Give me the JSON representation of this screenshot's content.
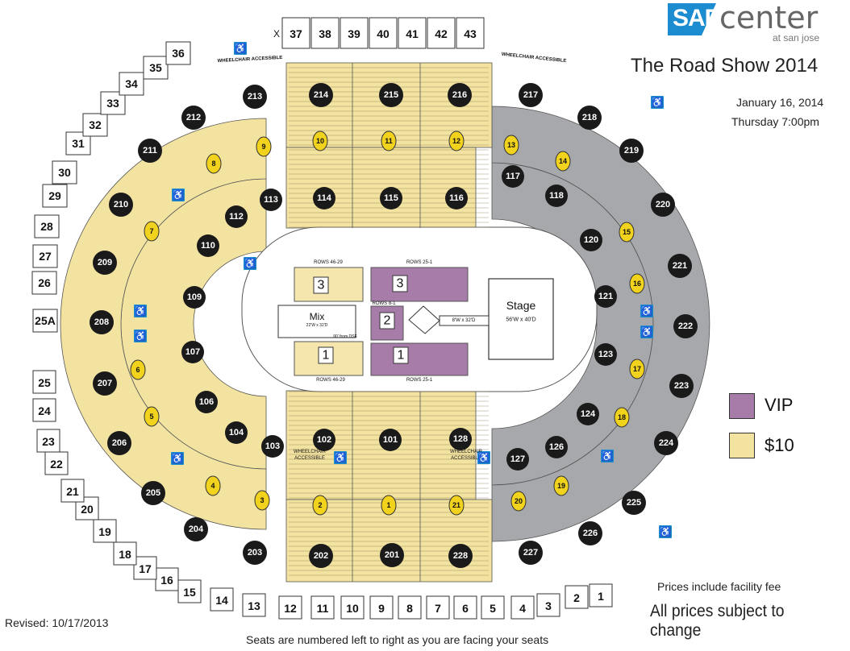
{
  "venue": {
    "logo_text": "SAP",
    "name": "center",
    "sub": "at san jose"
  },
  "event": {
    "title": "The Road Show 2014",
    "date": "January 16, 2014",
    "time": "Thursday 7:00pm"
  },
  "legend": [
    {
      "label": "VIP",
      "color": "#a87ca8"
    },
    {
      "label": "$10",
      "color": "#f3e3a0"
    }
  ],
  "notes": {
    "fee": "Prices include facility fee",
    "change": "All prices subject to change",
    "revised": "Revised:  10/17/2013",
    "footnote": "Seats are numbered left to right as you are facing your seats"
  },
  "colors": {
    "ten": "#f3e3a0",
    "gray": "#a6a8ab",
    "vip": "#a87ca8",
    "floor": "#f5e6ae"
  },
  "stage": {
    "label": "Stage",
    "size": "56'W x 40'D"
  },
  "mix": {
    "label": "Mix",
    "size": "22'W x 32'D"
  },
  "thrust_size": "8'W x 32'D",
  "pit_note": "90' from DSE",
  "floor_sections": [
    "3",
    "2",
    "1",
    "3",
    "1"
  ],
  "row_labels": [
    "ROWS 46-29",
    "ROWS 25-1",
    "ROWS 8-1",
    "ROWS 46-29",
    "ROWS 25-1"
  ],
  "wheelchair_text": "WHEELCHAIR ACCESSIBLE",
  "wheelchair_short": [
    "WHEELCHAIR",
    "ACCESSIBLE"
  ],
  "sections_200": [
    "201",
    "202",
    "203",
    "204",
    "205",
    "206",
    "207",
    "208",
    "209",
    "210",
    "211",
    "212",
    "213",
    "214",
    "215",
    "216",
    "217",
    "218",
    "219",
    "220",
    "221",
    "222",
    "223",
    "224",
    "225",
    "226",
    "227",
    "228"
  ],
  "sections_100": [
    "101",
    "102",
    "103",
    "104",
    "106",
    "107",
    "109",
    "110",
    "112",
    "113",
    "114",
    "115",
    "116",
    "117",
    "118",
    "120",
    "121",
    "123",
    "124",
    "126",
    "127",
    "128"
  ],
  "portals": [
    "1",
    "2",
    "3",
    "4",
    "5",
    "6",
    "7",
    "8",
    "9",
    "10",
    "11",
    "12",
    "13",
    "14",
    "15",
    "16",
    "17",
    "18",
    "19",
    "20",
    "21"
  ],
  "suites_bottom": [
    "1",
    "2",
    "3",
    "4",
    "5",
    "6",
    "7",
    "8",
    "9",
    "10",
    "11",
    "12",
    "13",
    "14",
    "15",
    "16",
    "17",
    "18",
    "19",
    "20",
    "21",
    "22",
    "23",
    "24",
    "25"
  ],
  "suites_left": [
    "25A",
    "26",
    "27",
    "28",
    "29",
    "30",
    "31",
    "32",
    "33",
    "34",
    "35",
    "36"
  ],
  "suites_top": [
    "37",
    "38",
    "39",
    "40",
    "41",
    "42",
    "43"
  ],
  "suite_x": "X"
}
